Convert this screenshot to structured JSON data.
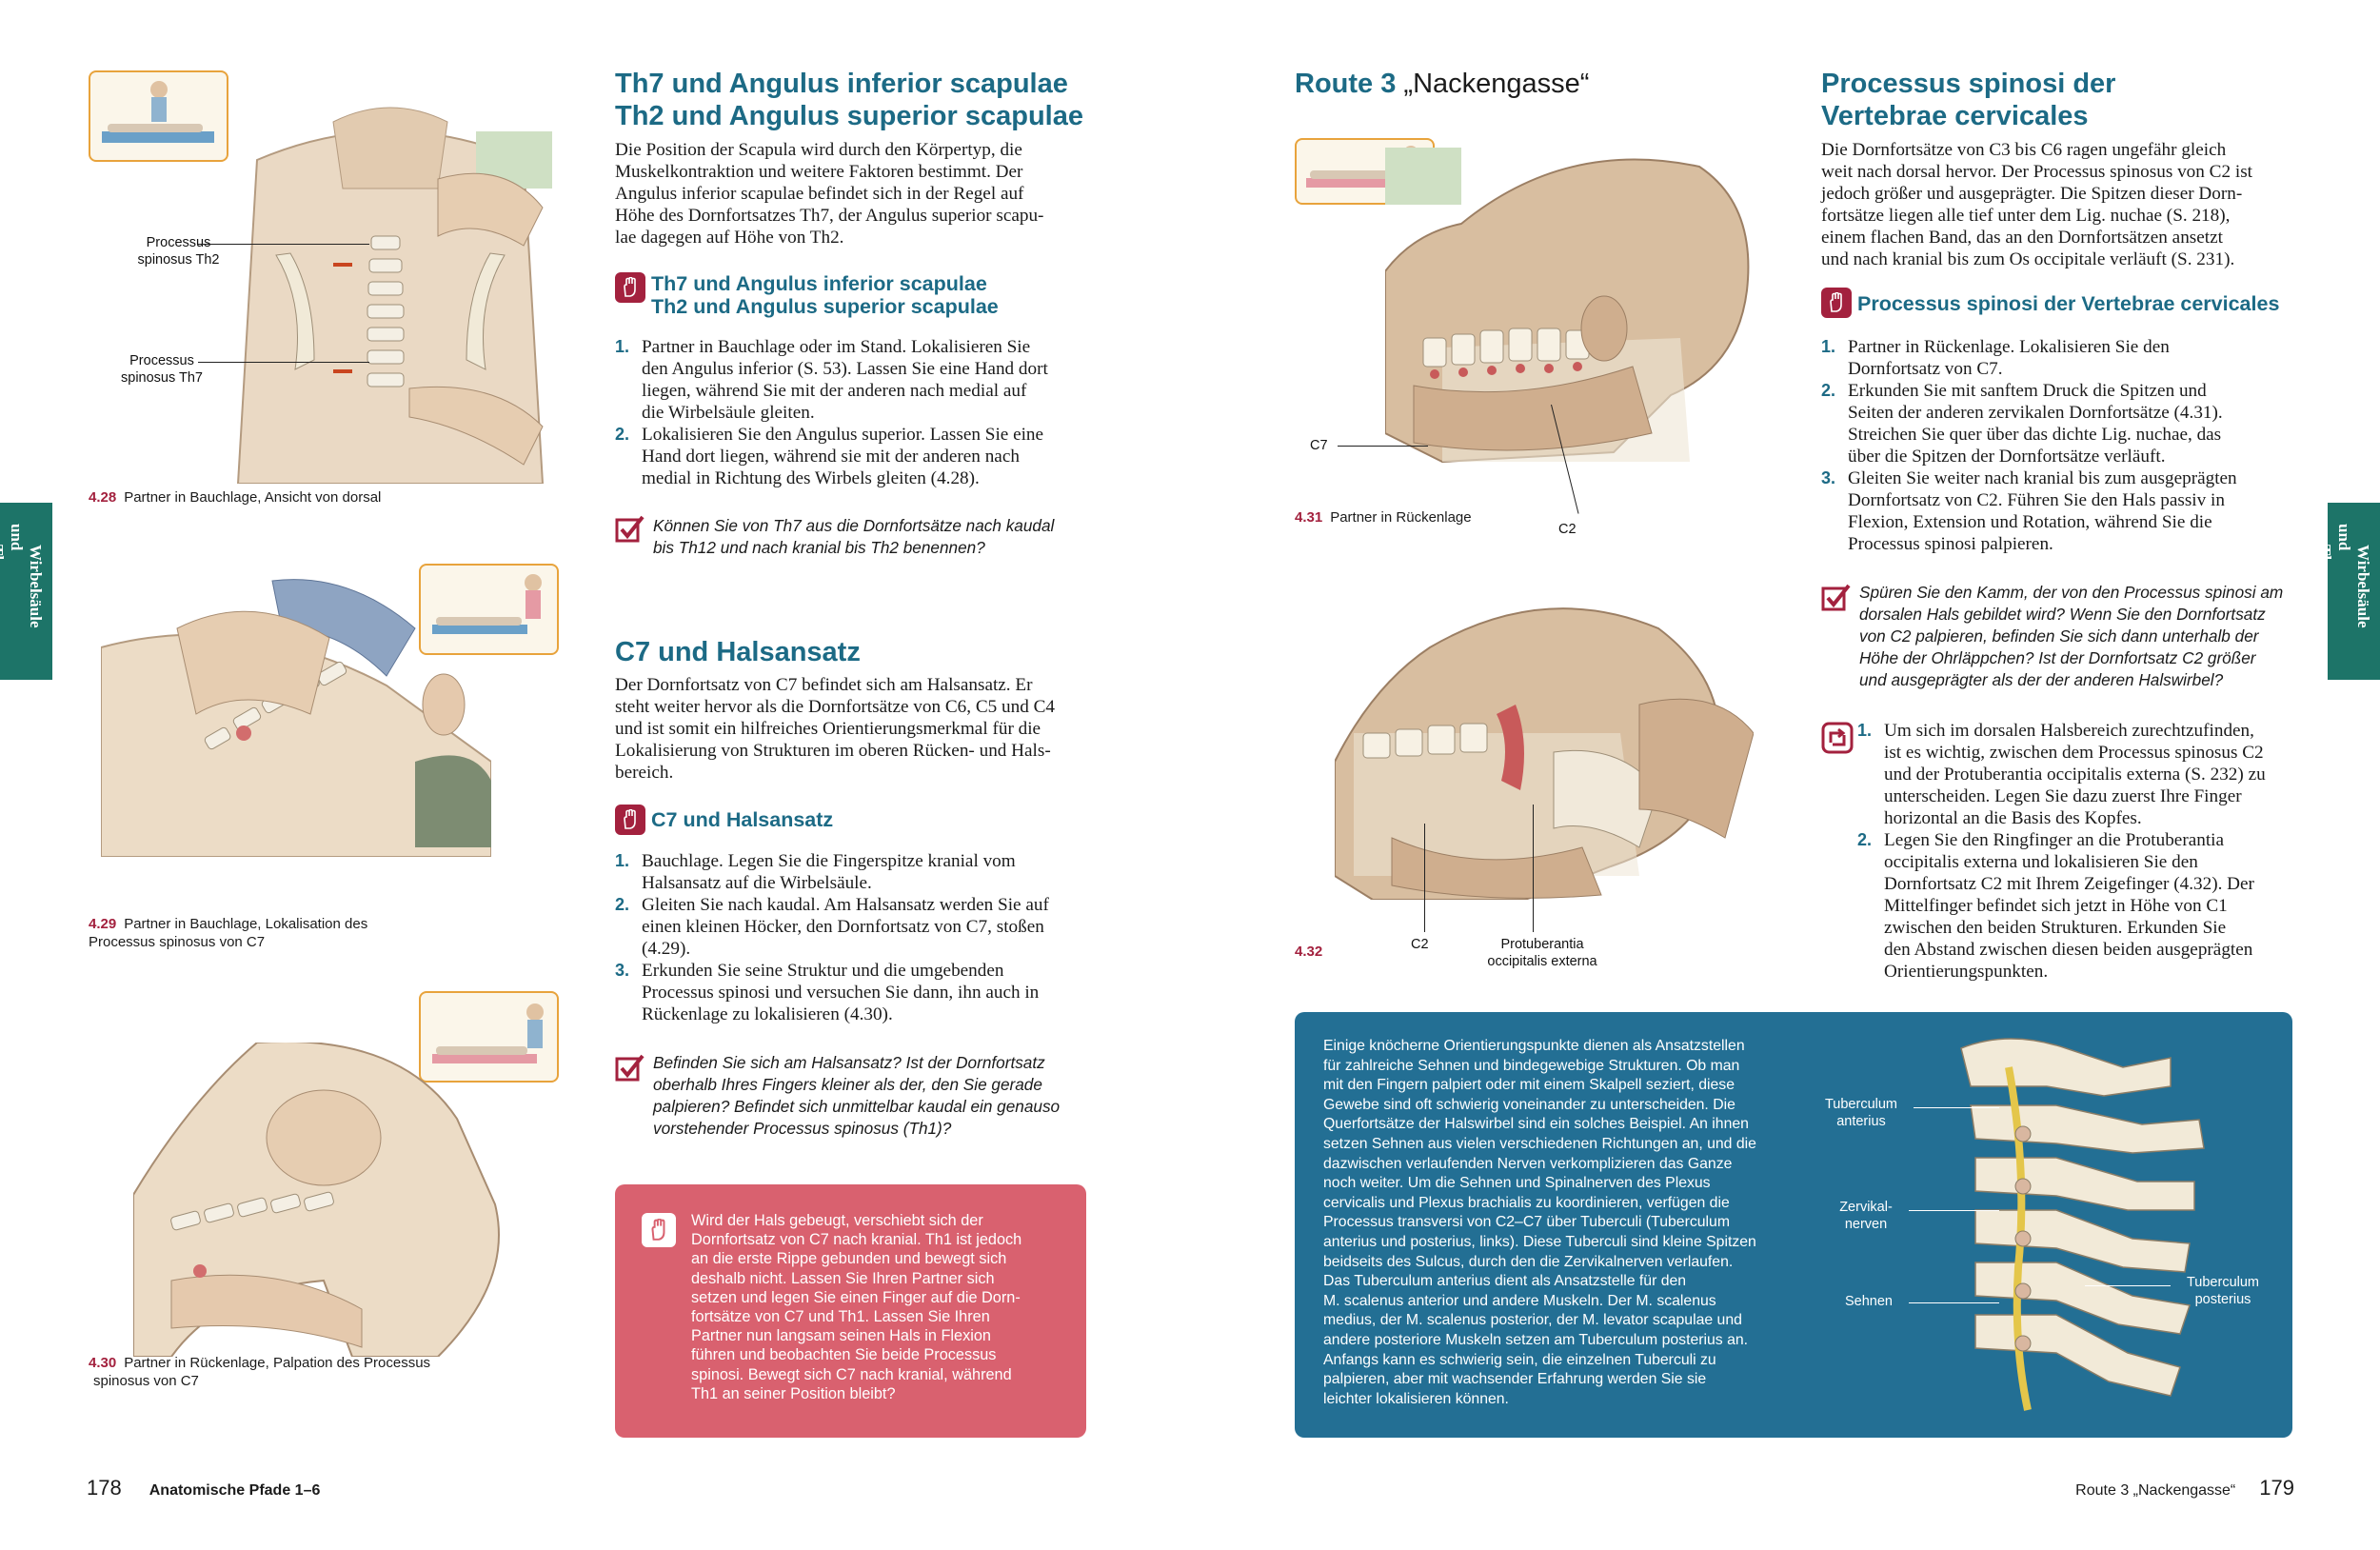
{
  "left": {
    "section1": {
      "title_l1": "Th7 und Angulus inferior scapulae",
      "title_l2": "Th2 und Angulus superior scapulae",
      "intro": [
        "Die Position der Scapula wird durch den Körpertyp, die",
        "Muskelkontraktion und weitere Faktoren bestimmt. Der",
        "Angulus inferior scapulae befindet sich in der Regel auf",
        "Höhe des Dornfortsatzes Th7, der Angulus superior scapu-",
        "lae dagegen auf Höhe von Th2."
      ],
      "sub_l1": "Th7 und Angulus inferior scapulae",
      "sub_l2": "Th2 und Angulus superior scapulae",
      "steps": [
        {
          "n": "1.",
          "lines": [
            "Partner in Bauchlage oder im Stand. Lokalisieren Sie",
            "den Angulus inferior (S. 53). Lassen Sie eine Hand dort",
            "liegen, während Sie mit der anderen nach medial auf",
            "die Wirbelsäule gleiten."
          ]
        },
        {
          "n": "2.",
          "lines": [
            "Lokalisieren Sie den Angulus superior. Lassen Sie eine",
            "Hand dort liegen, während sie mit der anderen nach",
            "medial in Richtung des Wirbels gleiten (4.28)."
          ]
        }
      ],
      "check": [
        "Können Sie von Th7 aus die Dornfortsätze nach kaudal",
        "bis Th12 und nach kranial bis Th2 benennen?"
      ]
    },
    "section2": {
      "title": "C7 und Halsansatz",
      "intro": [
        "Der Dornfortsatz von C7 befindet sich am Halsansatz. Er",
        "steht weiter hervor als die Dornfortsätze von C6, C5 und C4",
        "und ist somit ein hilfreiches Orientierungsmerkmal für die",
        "Lokalisierung von Strukturen im oberen Rücken- und Hals-",
        "bereich."
      ],
      "sub": "C7 und Halsansatz",
      "steps": [
        {
          "n": "1.",
          "lines": [
            "Bauchlage. Legen Sie die Fingerspitze kranial vom",
            "Halsansatz auf die Wirbelsäule."
          ]
        },
        {
          "n": "2.",
          "lines": [
            "Gleiten Sie nach kaudal. Am Halsansatz werden Sie auf",
            "einen kleinen Höcker, den Dornfortsatz von C7, stoßen",
            "(4.29)."
          ]
        },
        {
          "n": "3.",
          "lines": [
            "Erkunden Sie seine Struktur und die umgebenden",
            "Processus spinosi und versuchen Sie dann, ihn auch in",
            "Rückenlage zu lokalisieren (4.30)."
          ]
        }
      ],
      "check": [
        "Befinden Sie sich am Halsansatz? Ist der Dornfortsatz",
        "oberhalb Ihres Fingers kleiner als der, den Sie gerade",
        "palpieren? Befindet sich unmittelbar kaudal ein genauso",
        "vorstehender Processus spinosus (Th1)?"
      ]
    },
    "redbox": [
      "Wird der Hals gebeugt, verschiebt sich der",
      "Dornfortsatz von C7 nach kranial. Th1 ist jedoch",
      "an die erste Rippe gebunden und bewegt sich",
      "deshalb nicht. Lassen Sie Ihren Partner sich",
      "setzen und legen Sie einen Finger auf die Dorn-",
      "fortsätze von C7 und Th1. Lassen Sie Ihren",
      "Partner nun langsam seinen Hals in Flexion",
      "führen und beobachten Sie beide Processus",
      "spinosi. Bewegt sich C7 nach kranial, während",
      "Th1 an seiner Position bleibt?"
    ],
    "fig28": {
      "num": "4.28",
      "caption": "Partner in Bauchlage, Ansicht von dorsal",
      "label_th2": [
        "Processus",
        "spinosus Th2"
      ],
      "label_th7": [
        "Processus",
        "spinosus Th7"
      ]
    },
    "fig29": {
      "num": "4.29",
      "caption_l1": "Partner in Bauchlage, Lokalisation des",
      "caption_l2": "Processus spinosus von C7"
    },
    "fig30": {
      "num": "4.30",
      "caption_l1": "Partner in Rückenlage, Palpation des Processus",
      "caption_l2": "spinosus von C7"
    },
    "footer": {
      "page": "178",
      "label": "Anatomische Pfade 1–6"
    }
  },
  "right": {
    "route": {
      "prefix": "Route 3",
      "name": "„Nackengasse“"
    },
    "section": {
      "title_l1": "Processus spinosi der",
      "title_l2": "Vertebrae cervicales",
      "intro": [
        "Die Dornfortsätze von C3 bis C6 ragen ungefähr gleich",
        "weit nach dorsal hervor. Der Processus spinosus von C2 ist",
        "jedoch größer und ausgeprägter. Die Spitzen dieser Dorn-",
        "fortsätze liegen alle tief unter dem Lig. nuchae (S. 218),",
        "einem flachen Band, das an den Dornfortsätzen ansetzt",
        "und nach kranial bis zum Os occipitale verläuft (S. 231)."
      ],
      "sub": "Processus spinosi der Vertebrae cervicales",
      "steps": [
        {
          "n": "1.",
          "lines": [
            "Partner in Rückenlage. Lokalisieren Sie den",
            "Dornfortsatz von C7."
          ]
        },
        {
          "n": "2.",
          "lines": [
            "Erkunden Sie mit sanftem Druck die Spitzen und",
            "Seiten der anderen zervikalen Dornfortsätze (4.31).",
            "Streichen Sie quer über das dichte Lig. nuchae, das",
            "über die Spitzen der Dornfortsätze verläuft."
          ]
        },
        {
          "n": "3.",
          "lines": [
            "Gleiten Sie weiter nach kranial bis zum ausgeprägten",
            "Dornfortsatz von C2. Führen Sie den Hals passiv in",
            "Flexion, Extension und Rotation, während Sie die",
            "Processus spinosi palpieren."
          ]
        }
      ],
      "check": [
        "Spüren Sie den Kamm, der von den Processus spinosi am",
        "dorsalen Hals gebildet wird? Wenn Sie den Dornfortsatz",
        "von C2 palpieren, befinden Sie sich dann unterhalb der",
        "Höhe der Ohrläppchen? Ist der Dornfortsatz C2 größer",
        "und ausgeprägter als der der anderen Halswirbel?"
      ],
      "steps2": [
        {
          "n": "1.",
          "lines": [
            "Um sich im dorsalen Halsbereich zurechtzufinden,",
            "ist es wichtig, zwischen dem Processus spinosus C2",
            "und der Protuberantia occipitalis externa (S. 232) zu",
            "unterscheiden. Legen Sie dazu zuerst Ihre Finger",
            "horizontal an die Basis des Kopfes."
          ]
        },
        {
          "n": "2.",
          "lines": [
            "Legen Sie den Ringfinger an die Protuberantia",
            "occipitalis externa und lokalisieren Sie den",
            "Dornfortsatz C2 mit Ihrem Zeigefinger (4.32). Der",
            "Mittelfinger befindet sich jetzt in Höhe von C1",
            "zwischen den beiden Strukturen. Erkunden Sie",
            "den Abstand zwischen diesen beiden ausgeprägten",
            "Orientierungspunkten."
          ]
        }
      ]
    },
    "fig31": {
      "num": "4.31",
      "caption": "Partner in Rückenlage",
      "label_c7": "C7",
      "label_c2": "C2"
    },
    "fig32": {
      "num": "4.32",
      "label_c2": "C2",
      "label_prot": [
        "Protuberantia",
        "occipitalis externa"
      ]
    },
    "bluebox": {
      "lines": [
        "Einige knöcherne Orientierungspunkte dienen als Ansatzstellen",
        "für zahlreiche Sehnen und bindegewebige Strukturen. Ob man",
        "mit den Fingern palpiert oder mit einem Skalpell seziert, diese",
        "Gewebe sind oft schwierig voneinander zu unterscheiden. Die",
        "Querfortsätze der Halswirbel sind ein solches Beispiel. An ihnen",
        "setzen Sehnen aus vielen verschiedenen Richtungen an, und die",
        "dazwischen verlaufenden Nerven verkomplizieren das Ganze",
        "noch weiter. Um die Sehnen und Spinalnerven des Plexus",
        "cervicalis und Plexus brachialis zu koordinieren, verfügen die",
        "Processus transversi von C2–C7 über Tuberculi (Tuberculum",
        "anterius und posterius, links). Diese Tuberculi sind kleine Spitzen",
        "beidseits des Sulcus, durch den die Zervikalnerven verlaufen.",
        "Das Tuberculum anterius dient als Ansatzstelle für den",
        "M. scalenus anterior und andere Muskeln. Der M. scalenus",
        "medius, der M. scalenus posterior, der M. levator scapulae und",
        "andere posteriore Muskeln setzen am Tuberculum posterius an.",
        "Anfangs kann es schwierig sein, die einzelnen Tuberculi zu",
        "palpieren, aber mit wachsender Erfahrung werden Sie sie",
        "leichter lokalisieren können."
      ],
      "lbl_ta": [
        "Tuberculum",
        "anterius"
      ],
      "lbl_zn": [
        "Zervikal-",
        "nerven"
      ],
      "lbl_se": "Sehnen",
      "lbl_tp": [
        "Tuberculum",
        "posterius"
      ]
    },
    "footer": {
      "page": "179",
      "route": "Route 3 „Nackengasse“"
    }
  },
  "side_tab": [
    "Wirbelsäule und",
    "Thorax"
  ],
  "colors": {
    "accent_blue": "#1c6a85",
    "accent_red": "#a3213e",
    "redbox": "#d9616f",
    "bluebox": "#236f94",
    "tab": "#1d7468"
  }
}
